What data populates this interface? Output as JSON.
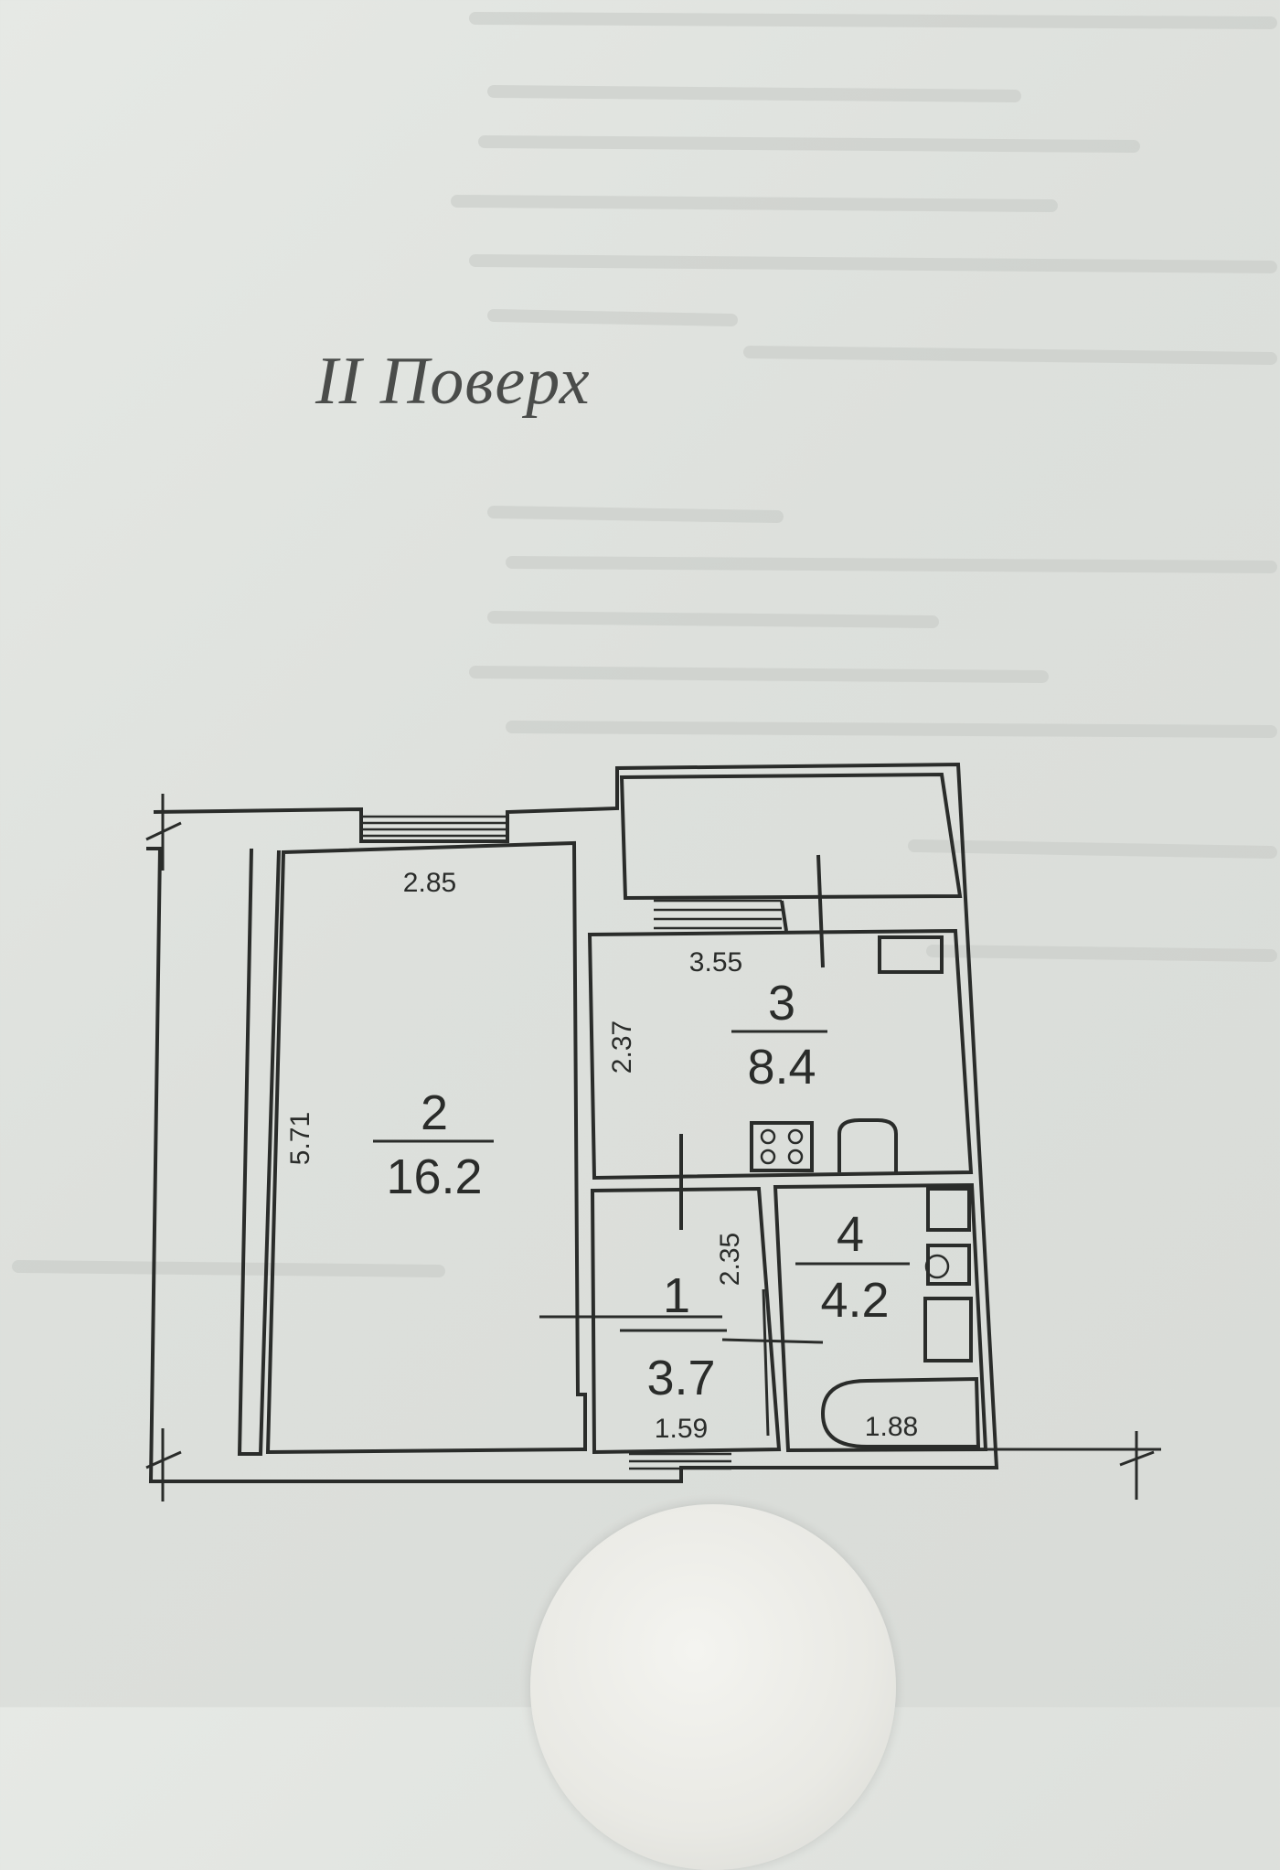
{
  "floor_title": "II Поверх",
  "rooms": [
    {
      "number": "1",
      "area": "3.7"
    },
    {
      "number": "2",
      "area": "16.2"
    },
    {
      "number": "3",
      "area": "8.4"
    },
    {
      "number": "4",
      "area": "4.2"
    }
  ],
  "dimensions": {
    "room2_width": "2.85",
    "room2_length": "5.71",
    "room3_width": "3.55",
    "room3_depth": "2.37",
    "room1_depth": "2.35",
    "room1_width": "1.59",
    "room4_width": "1.88"
  },
  "colors": {
    "paper": "#dfe2de",
    "ink": "#2a2c2a"
  }
}
